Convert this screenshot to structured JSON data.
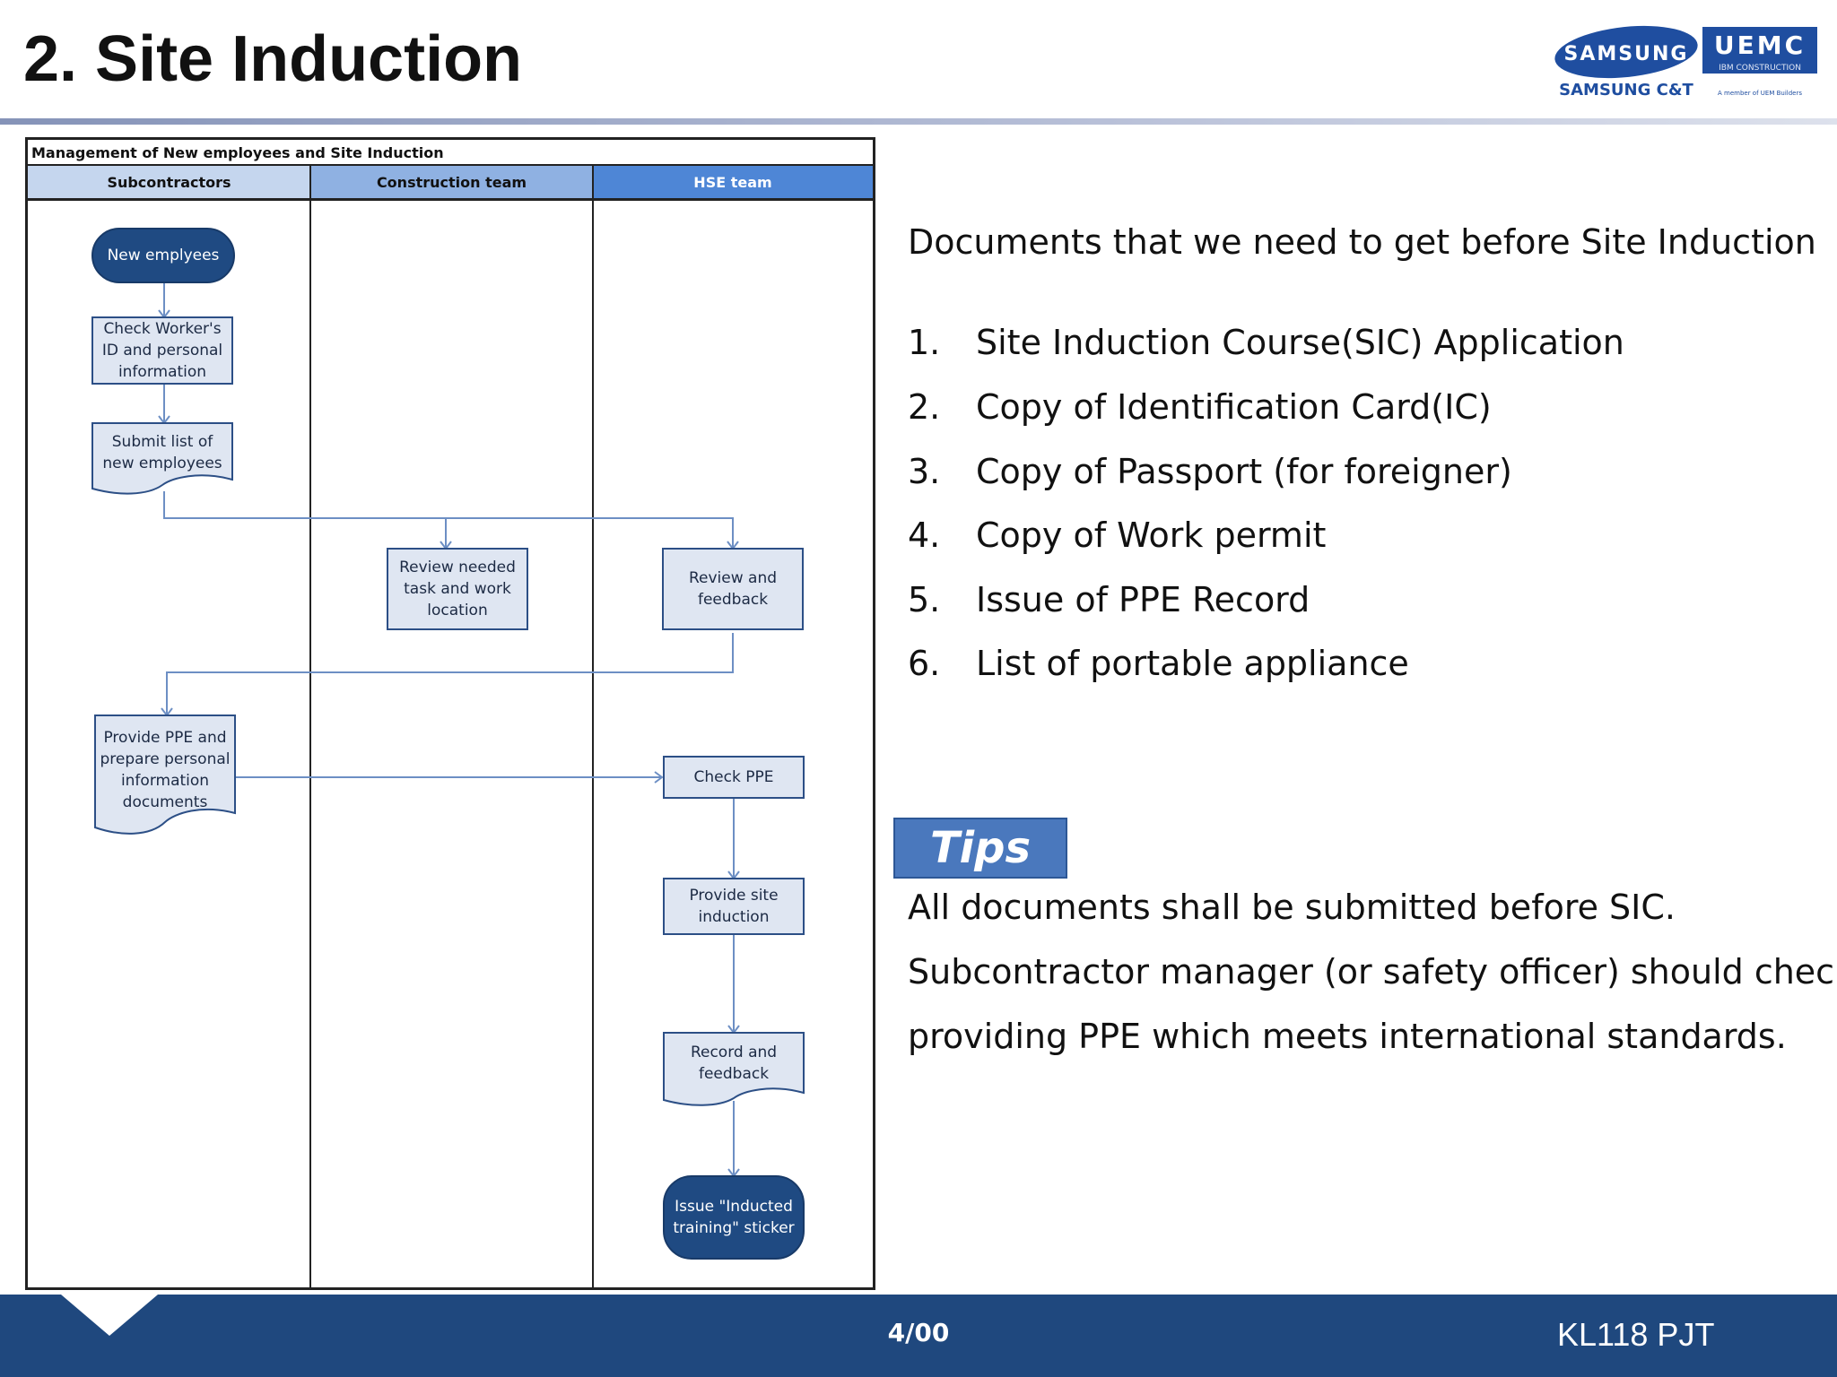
{
  "page": {
    "title": "2. Site Induction"
  },
  "logo": {
    "brand": "SAMSUNG",
    "partner": "UEMC",
    "partner_sub": "IBM CONSTRUCTION",
    "sub_brand": "SAMSUNG C&T",
    "tagline": "A member of UEM Builders"
  },
  "flowchart": {
    "title": "Management of New employees and Site Induction",
    "lanes": [
      "Subcontractors",
      "Construction team",
      "HSE team"
    ],
    "lane_colors": [
      "#c5d6ee",
      "#8fb1e2",
      "#4e86d6"
    ],
    "nodes": {
      "new_employees": "New emplyees",
      "check_id": "Check Worker's ID and personal information",
      "submit_list": "Submit list of new employees",
      "review_task": "Review needed task and work location",
      "review_feedback": "Review and feedback",
      "provide_ppe": "Provide PPE and prepare personal information documents",
      "check_ppe": "Check PPE",
      "provide_induction": "Provide site induction",
      "record_feedback": "Record and feedback",
      "issue_sticker": "Issue \"Inducted training\" sticker"
    }
  },
  "documents": {
    "heading": "Documents that we need to get before Site Induction",
    "items": [
      {
        "num": "1.",
        "text": "Site Induction Course(SIC) Application"
      },
      {
        "num": "2.",
        "text": "Copy of Identification Card(IC)"
      },
      {
        "num": "3.",
        "text": "Copy of Passport (for foreigner)"
      },
      {
        "num": "4.",
        "text": "Copy of Work permit"
      },
      {
        "num": "5.",
        "text": "Issue of PPE Record"
      },
      {
        "num": "6.",
        "text": "List of portable appliance"
      }
    ]
  },
  "tips": {
    "label": "Tips",
    "lines": [
      "All documents shall be submitted before SIC.",
      "Subcontractor manager (or safety officer) should check",
      "providing PPE which meets international standards."
    ]
  },
  "footer": {
    "page_number": "4/00",
    "project": "KL118 PJT"
  },
  "colors": {
    "footer": "#1f487e",
    "tips": "#4a78bd",
    "node_fill": "#dfe6f2",
    "node_border": "#2c4f86",
    "terminal": "#1f4a82"
  }
}
